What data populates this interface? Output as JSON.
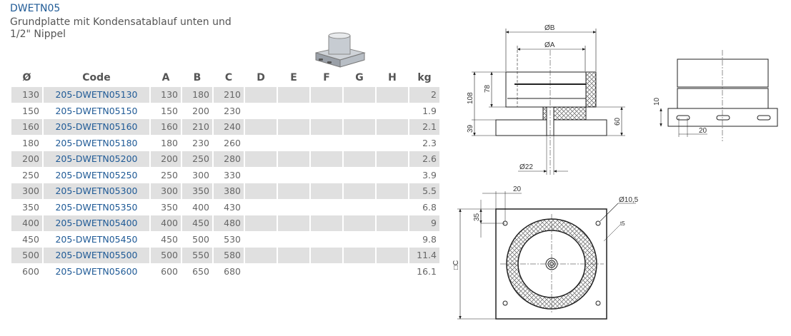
{
  "title": "DWETN05",
  "description": "Grundplatte mit Kondensatablauf unten und 1/2\" Nippel",
  "table": {
    "headers": [
      "Ø",
      "Code",
      "A",
      "B",
      "C",
      "D",
      "E",
      "F",
      "G",
      "H",
      "kg"
    ],
    "rows": [
      [
        "130",
        "205-DWETN05130",
        "130",
        "180",
        "210",
        "2"
      ],
      [
        "150",
        "205-DWETN05150",
        "150",
        "200",
        "230",
        "1.9"
      ],
      [
        "160",
        "205-DWETN05160",
        "160",
        "210",
        "240",
        "2.1"
      ],
      [
        "180",
        "205-DWETN05180",
        "180",
        "230",
        "260",
        "2.3"
      ],
      [
        "200",
        "205-DWETN05200",
        "200",
        "250",
        "280",
        "2.6"
      ],
      [
        "250",
        "205-DWETN05250",
        "250",
        "300",
        "330",
        "3.9"
      ],
      [
        "300",
        "205-DWETN05300",
        "300",
        "350",
        "380",
        "5.5"
      ],
      [
        "350",
        "205-DWETN05350",
        "350",
        "400",
        "430",
        "6.8"
      ],
      [
        "400",
        "205-DWETN05400",
        "400",
        "450",
        "480",
        "9"
      ],
      [
        "450",
        "205-DWETN05450",
        "450",
        "500",
        "530",
        "9.8"
      ],
      [
        "500",
        "205-DWETN05500",
        "500",
        "550",
        "580",
        "11.4"
      ],
      [
        "600",
        "205-DWETN05600",
        "600",
        "650",
        "680",
        "16.1"
      ]
    ]
  },
  "drawing": {
    "dim_b": "ØB",
    "dim_a": "ØA",
    "dim_108": "108",
    "dim_78": "78",
    "dim_39": "39",
    "dim_60": "60",
    "dim_22": "Ø22",
    "dim_10": "10",
    "dim_20_side": "20",
    "dim_20_top": "20",
    "dim_35": "35",
    "dim_hole": "Ø10,5",
    "dim_c": "□C",
    "dim_t": "t5"
  }
}
